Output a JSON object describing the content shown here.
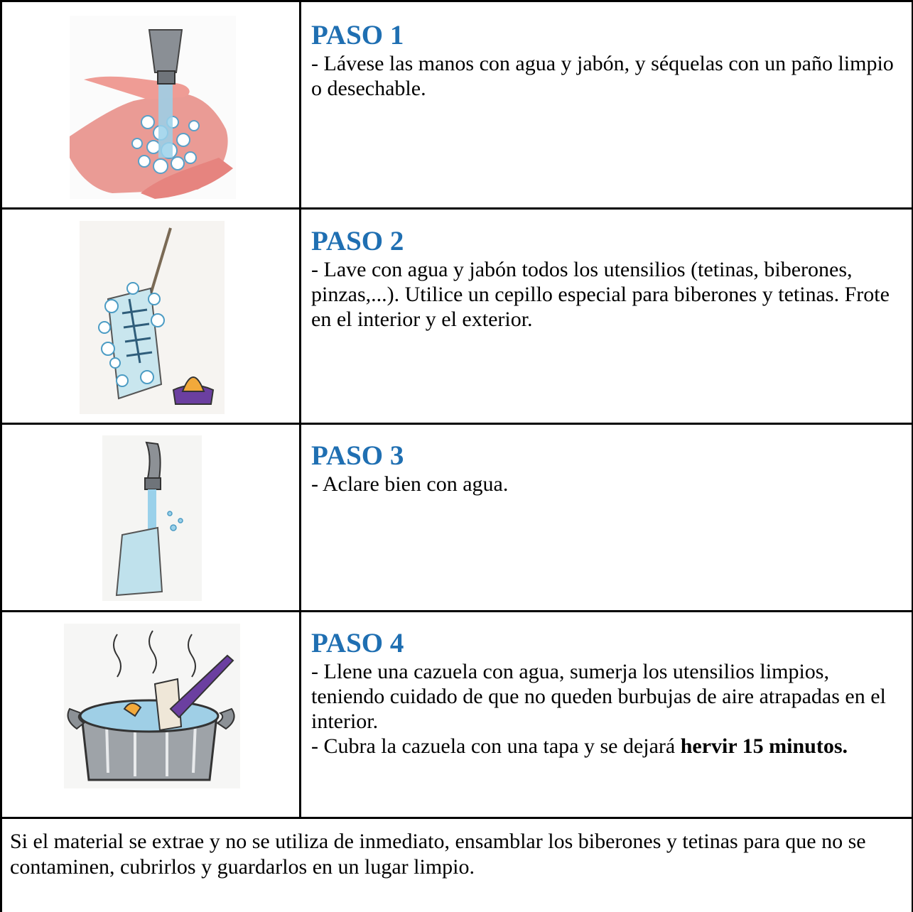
{
  "steps": [
    {
      "title": "PASO 1",
      "lines": [
        "- Lávese las manos con agua y jabón, y séquelas con un paño limpio o desechable."
      ],
      "image": "handwashing-illustration"
    },
    {
      "title": "PASO 2",
      "lines": [
        "- Lave con agua y jabón todos los utensilios (tetinas, biberones, pinzas,...). Utilice un cepillo especial para biberones y tetinas. Frote en el interior y el exterior."
      ],
      "image": "bottle-brush-illustration"
    },
    {
      "title": "PASO 3",
      "lines": [
        "- Aclare bien con agua."
      ],
      "image": "rinse-bottle-illustration"
    },
    {
      "title": "PASO 4",
      "line1": "- Llene una cazuela con agua, sumerja los utensilios limpios, teniendo cuidado de que no queden burbujas de aire atrapadas en el interior.",
      "line2_prefix": "- Cubra la cazuela con una tapa y se dejará ",
      "line2_bold": "hervir 15 minutos.",
      "image": "boiling-pot-illustration"
    }
  ],
  "footer": "Si el material se extrae y no se utiliza de inmediato, ensamblar los biberones y tetinas para que no se contaminen, cubrirlos y guardarlos en un lugar limpio.",
  "colors": {
    "title": "#1f6fb2",
    "border": "#000000",
    "water": "#8fcbe6",
    "skin": "#e8908a"
  }
}
